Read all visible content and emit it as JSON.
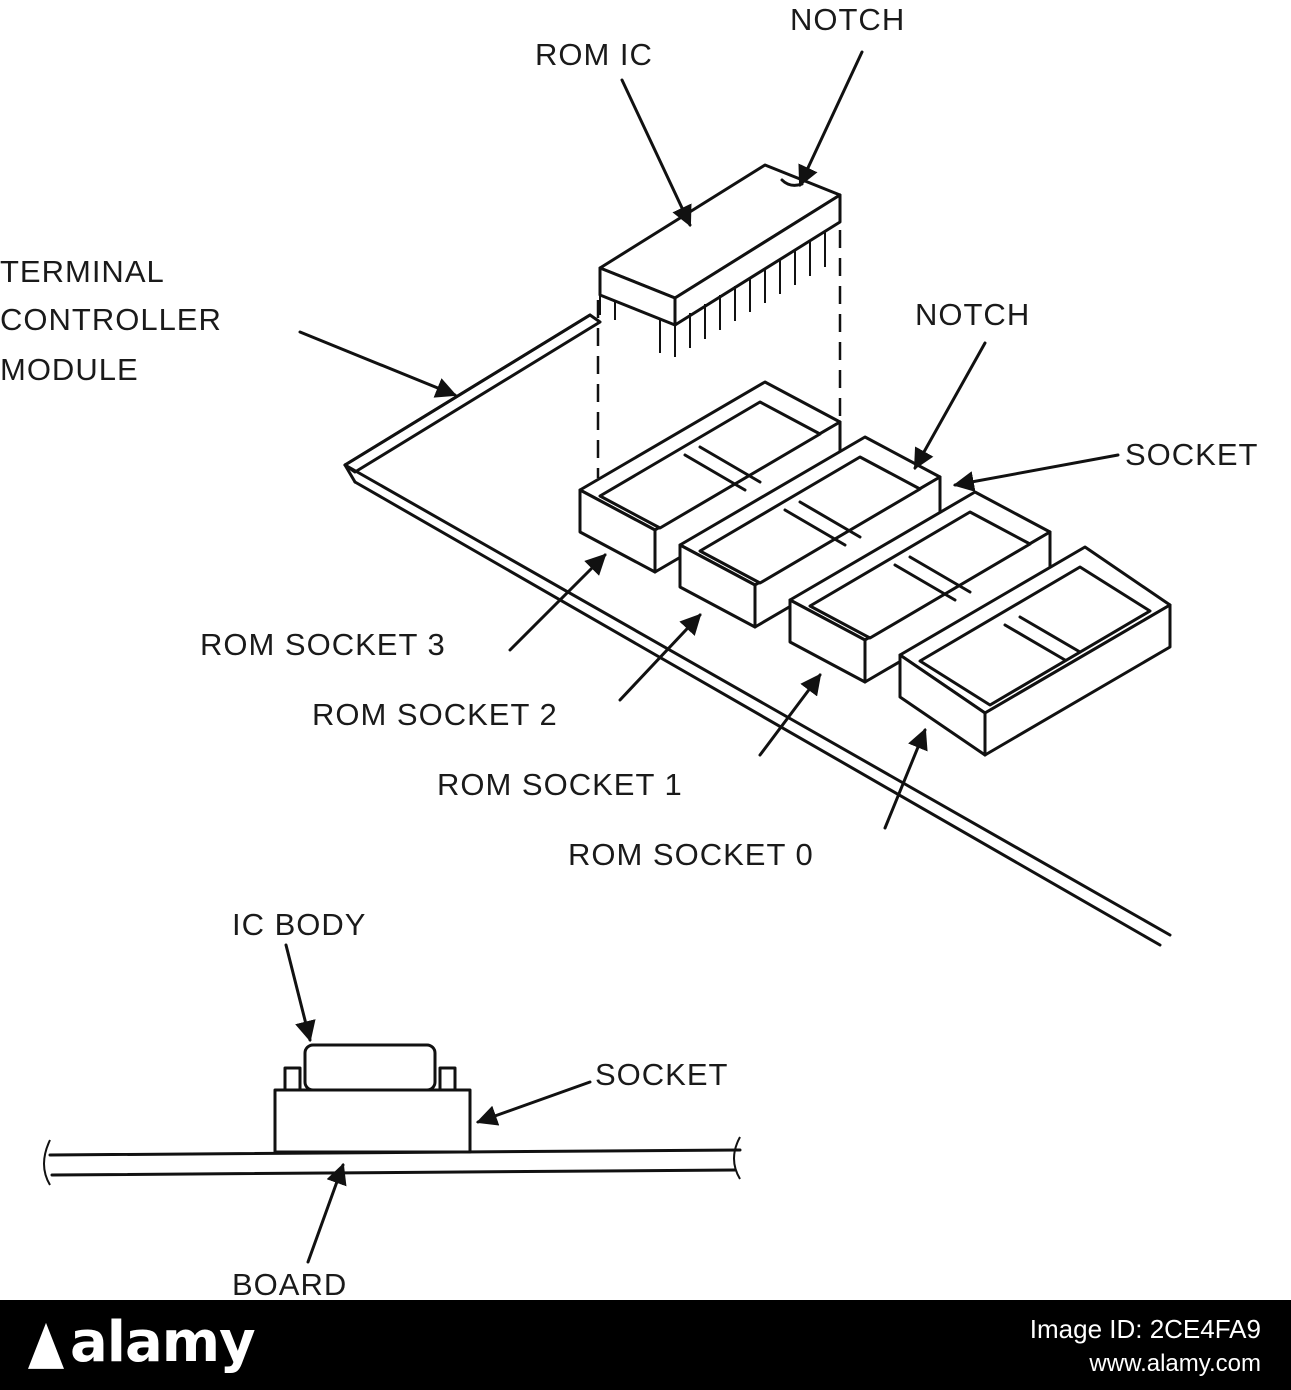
{
  "labels": {
    "rom_ic": "ROM IC",
    "notch_top": "NOTCH",
    "terminal_controller_module": [
      "TERMINAL",
      "CONTROLLER",
      "MODULE"
    ],
    "notch_socket": "NOTCH",
    "socket_top": "SOCKET",
    "rom_socket_3": "ROM SOCKET 3",
    "rom_socket_2": "ROM SOCKET 2",
    "rom_socket_1": "ROM SOCKET 1",
    "rom_socket_0": "ROM SOCKET 0",
    "ic_body": "IC BODY",
    "socket_side": "SOCKET",
    "board": "BOARD"
  },
  "footer": {
    "brand": "alamy",
    "image_id": "Image ID: 2CE4FA9",
    "site": "www.alamy.com"
  }
}
